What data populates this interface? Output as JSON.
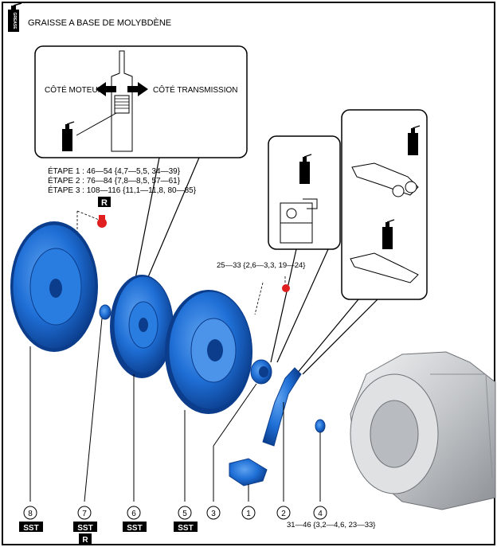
{
  "legend": {
    "grease_label": "GRAISSE A BASE DE MOLYBDÈNE",
    "grease_can_text": "GREASE"
  },
  "detail_top": {
    "engine_side": "CÔTÉ MOTEUR",
    "transmission_side": "CÔTÉ TRANSMISSION"
  },
  "torque_steps": {
    "step1": "ÉTAPE 1 : 46—54 {4,7—5,5, 34—39}",
    "step2": "ÉTAPE 2 : 76—84 {7,8—8,5, 57—61}",
    "step3": "ÉTAPE 3 : 108—116 {11,1—11,8, 80—85}",
    "r_badge": "R"
  },
  "torque_bolt_top": "25—33 {2,6—3,3, 19—24}",
  "torque_bolt_4": "31—46 {3,2—4,6, 23—33}",
  "callouts": [
    {
      "num": "8",
      "badges": [
        "SST"
      ]
    },
    {
      "num": "7",
      "badges": [
        "SST",
        "R"
      ]
    },
    {
      "num": "6",
      "badges": [
        "SST"
      ]
    },
    {
      "num": "5",
      "badges": [
        "SST"
      ]
    },
    {
      "num": "3",
      "badges": []
    },
    {
      "num": "1",
      "badges": []
    },
    {
      "num": "2",
      "badges": []
    },
    {
      "num": "4",
      "badges": []
    }
  ],
  "colors": {
    "part_blue": "#1f6fd6",
    "part_dark": "#0b3d8c",
    "bolt_red": "#e02020",
    "transmission_gray": "#c9cccf"
  }
}
